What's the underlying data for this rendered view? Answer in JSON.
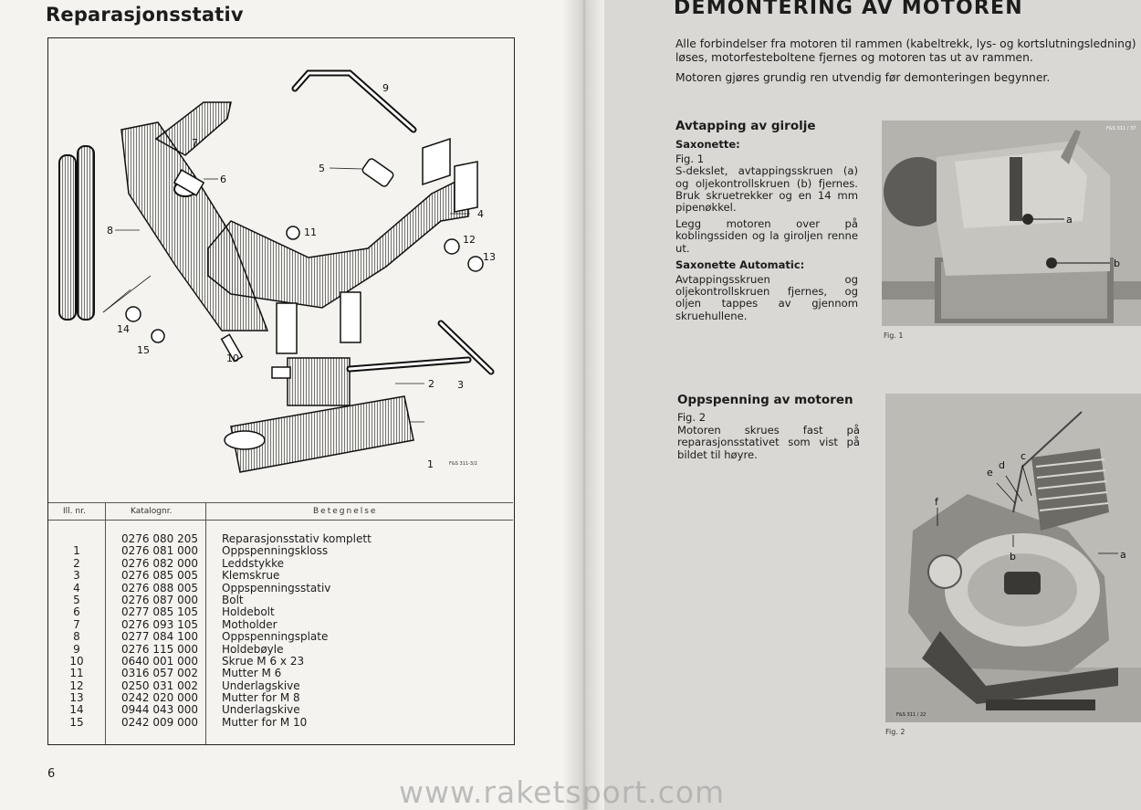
{
  "left_page": {
    "title": "Reparasjonsstativ",
    "figure_ref": "F&S 311-3/2",
    "callouts": [
      "1",
      "2",
      "3",
      "4",
      "5",
      "6",
      "7",
      "8",
      "9",
      "10",
      "11",
      "12",
      "13",
      "14",
      "15"
    ],
    "table": {
      "headers": [
        "Ill. nr.",
        "Katalognr.",
        "Betegnelse"
      ],
      "rows": [
        {
          "nr": "",
          "kat": "0276 080 205",
          "bet": "Reparasjonsstativ komplett"
        },
        {
          "nr": "1",
          "kat": "0276 081 000",
          "bet": "Oppspenningskloss"
        },
        {
          "nr": "2",
          "kat": "0276 082 000",
          "bet": "Leddstykke"
        },
        {
          "nr": "3",
          "kat": "0276 085 005",
          "bet": "Klemskrue"
        },
        {
          "nr": "4",
          "kat": "0276 088 005",
          "bet": "Oppspenningsstativ"
        },
        {
          "nr": "5",
          "kat": "0276 087 000",
          "bet": "Bolt"
        },
        {
          "nr": "6",
          "kat": "0277 085 105",
          "bet": "Holdebolt"
        },
        {
          "nr": "7",
          "kat": "0276 093 105",
          "bet": "Motholder"
        },
        {
          "nr": "8",
          "kat": "0277 084 100",
          "bet": "Oppspenningsplate"
        },
        {
          "nr": "9",
          "kat": "0276 115 000",
          "bet": "Holdebøyle"
        },
        {
          "nr": "10",
          "kat": "0640 001 000",
          "bet": "Skrue M 6 x 23"
        },
        {
          "nr": "11",
          "kat": "0316 057 002",
          "bet": "Mutter M 6"
        },
        {
          "nr": "12",
          "kat": "0250 031 002",
          "bet": "Underlagskive"
        },
        {
          "nr": "13",
          "kat": "0242 020 000",
          "bet": "Mutter for M 8"
        },
        {
          "nr": "14",
          "kat": "0944 043 000",
          "bet": "Underlagskive"
        },
        {
          "nr": "15",
          "kat": "0242 009 000",
          "bet": "Mutter for M 10"
        }
      ]
    },
    "page_number": "6"
  },
  "right_page": {
    "title": "DEMONTERING AV MOTOREN",
    "intro_1": "Alle forbindelser fra motoren til rammen (kabeltrekk, lys- og kortslutningsledning)",
    "intro_1b": "løses, motorfesteboltene fjernes og motoren tas ut av rammen.",
    "intro_2": "Motoren gjøres grundig ren utvendig før demonteringen begynner.",
    "section1": {
      "heading": "Avtapping av girolje",
      "sub1": "Saxonette:",
      "fig": "Fig. 1",
      "text1": "S-dekslet, avtappingsskruen (a) og oljekontrollskruen (b) fjernes. Bruk skruetrekker og en 14 mm pipenøkkel.",
      "text2": "Legg motoren over på koblingssiden og la giroljen renne ut.",
      "sub2": "Saxonette Automatic:",
      "text3": "Avtappingsskruen og oljekontrollskruen fjernes, og oljen tappes av gjennom skruehullene."
    },
    "photo1": {
      "caption": "Fig. 1",
      "ref": "F&S 311 / 37",
      "labels": [
        "a",
        "b"
      ]
    },
    "section2": {
      "heading": "Oppspenning av motoren",
      "fig": "Fig. 2",
      "text": "Motoren skrues fast på reparasjonsstativet som vist på bildet til høyre."
    },
    "photo2": {
      "caption": "Fig. 2",
      "ref": "F&S 311 / 22",
      "labels": [
        "a",
        "b",
        "c",
        "d",
        "e",
        "f"
      ]
    }
  },
  "watermark": "www.raketsport.com"
}
